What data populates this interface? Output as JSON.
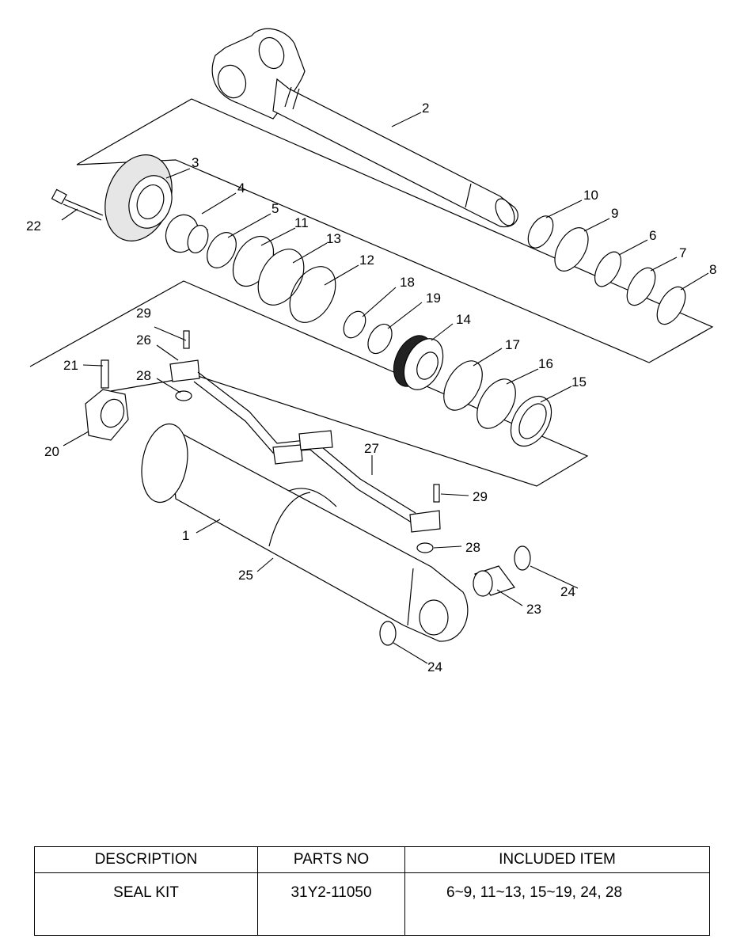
{
  "callouts": {
    "c1": "1",
    "c2": "2",
    "c3": "3",
    "c4": "4",
    "c5": "5",
    "c6": "6",
    "c7": "7",
    "c8": "8",
    "c9": "9",
    "c10": "10",
    "c11": "11",
    "c12": "12",
    "c13": "13",
    "c14": "14",
    "c15": "15",
    "c16": "16",
    "c17": "17",
    "c18": "18",
    "c19": "19",
    "c20": "20",
    "c21": "21",
    "c22": "22",
    "c23": "23",
    "c24a": "24",
    "c24b": "24",
    "c25": "25",
    "c26": "26",
    "c27": "27",
    "c28a": "28",
    "c28b": "28",
    "c29a": "29",
    "c29b": "29"
  },
  "table": {
    "headers": [
      "DESCRIPTION",
      "PARTS NO",
      "INCLUDED ITEM"
    ],
    "rows": [
      [
        "SEAL KIT",
        "31Y2-11050",
        "6~9, 11~13, 15~19, 24, 28"
      ]
    ]
  }
}
